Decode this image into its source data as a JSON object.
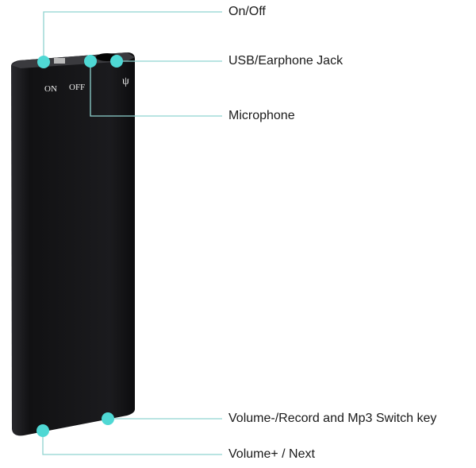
{
  "callouts": [
    {
      "label": "On/Off"
    },
    {
      "label": "USB/Earphone Jack"
    },
    {
      "label": "Microphone"
    },
    {
      "label": "Volume-/Record and Mp3 Switch key"
    },
    {
      "label": "Volume+ / Next"
    }
  ],
  "device": {
    "on_mark": "ON",
    "off_mark": "OFF",
    "usb_symbol": "ψ"
  },
  "colors": {
    "accent": "#4fd8d4",
    "line": "#8fd3d0",
    "body": "#141416"
  }
}
